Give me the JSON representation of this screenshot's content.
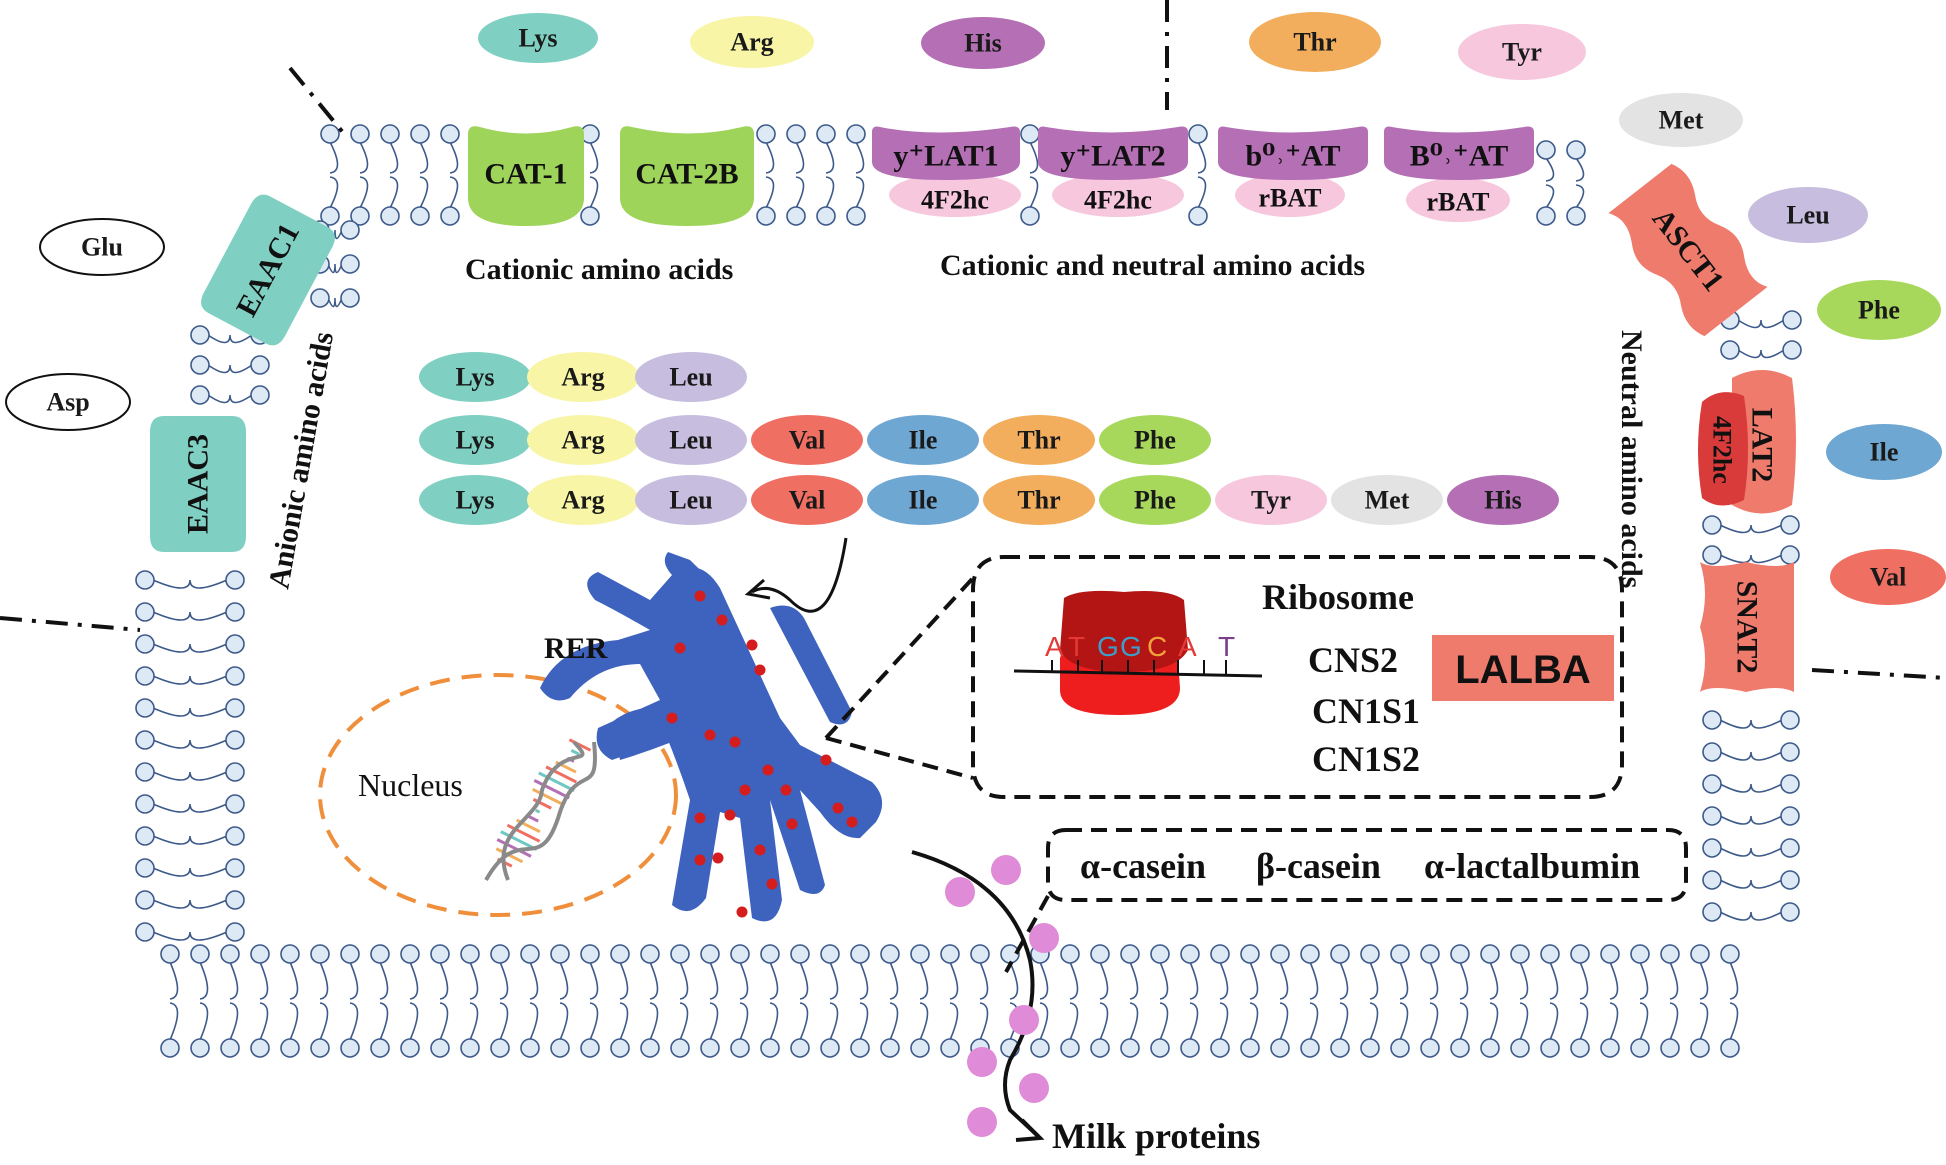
{
  "outside_amino_acids": [
    {
      "id": "lys",
      "label": "Lys",
      "color": "#7fd0c2"
    },
    {
      "id": "arg",
      "label": "Arg",
      "color": "#f8f5a6"
    },
    {
      "id": "his",
      "label": "His",
      "color": "#b46fb5"
    },
    {
      "id": "thr",
      "label": "Thr",
      "color": "#f2ae5c"
    },
    {
      "id": "tyr",
      "label": "Tyr",
      "color": "#f7c7dd"
    },
    {
      "id": "met",
      "label": "Met",
      "color": "#e3e3e3"
    },
    {
      "id": "leu",
      "label": "Leu",
      "color": "#c6bddf"
    },
    {
      "id": "phe",
      "label": "Phe",
      "color": "#a7d85c"
    },
    {
      "id": "ile",
      "label": "Ile",
      "color": "#6fa7d3"
    },
    {
      "id": "val",
      "label": "Val",
      "color": "#ef6f62"
    },
    {
      "id": "glu",
      "label": "Glu",
      "color": "#ffffff"
    },
    {
      "id": "asp",
      "label": "Asp",
      "color": "#ffffff"
    }
  ],
  "transporters": {
    "cat1": "CAT-1",
    "cat2b": "CAT-2B",
    "ylat1": "y⁺LAT1",
    "ylat2": "y⁺LAT2",
    "b0at": "b⁰˒⁺AT",
    "B0at": "B⁰˒⁺AT",
    "hc4f2": "4F2hc",
    "rbat": "rBAT",
    "asct1": "ASCT1",
    "lat2": "LAT2",
    "lat2_hc": "4F2hc",
    "snat2": "SNAT2",
    "eaac1": "EAAC1",
    "eaac3": "EAAC3"
  },
  "captions": {
    "cationic": "Cationic amino acids",
    "cationic_neutral": "Cationic and neutral amino acids",
    "anionic": "Anionic amino acids",
    "neutral": "Neutral amino acids"
  },
  "inside_rows": [
    [
      "Lys",
      "Arg",
      "Leu"
    ],
    [
      "Lys",
      "Arg",
      "Leu",
      "Val",
      "Ile",
      "Thr",
      "Phe"
    ],
    [
      "Lys",
      "Arg",
      "Leu",
      "Val",
      "Ile",
      "Thr",
      "Phe",
      "Tyr",
      "Met",
      "His"
    ]
  ],
  "labels": {
    "rer": "RER",
    "nucleus": "Nucleus",
    "ribosome": "Ribosome",
    "codon_letters": [
      "A",
      "T",
      "G",
      "G",
      "C",
      "A",
      "T"
    ],
    "genes": [
      "CNS2",
      "CN1S1",
      "CN1S2"
    ],
    "lalba": "LALBA",
    "proteins": [
      "α-casein",
      "β-casein",
      "α-lactalbumin"
    ],
    "milk": "Milk proteins"
  },
  "colors": {
    "membrane": "#3d5a8a",
    "head": "#dde9f4",
    "cat": "#9ed45a",
    "ylat": "#b46fb5",
    "hc": "#f7c7dd",
    "asct": "#ef7b6d",
    "eaac": "#7fd0c2",
    "rer": "#3e63bf",
    "ribosome": "#d51d1d",
    "lalba": "#ef7b6d",
    "milk_dot": "#e08bd8",
    "nucleus": "#ef8f3c"
  }
}
